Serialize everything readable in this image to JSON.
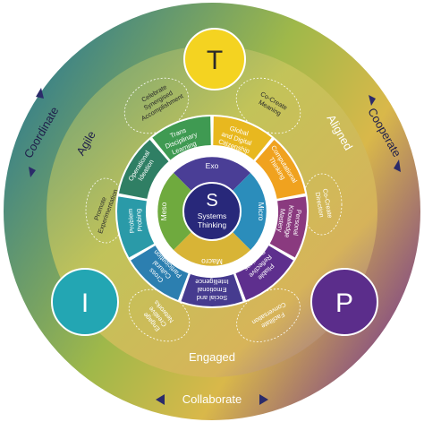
{
  "colors": {
    "yellow": "#f2c81b",
    "orange": "#f0a21f",
    "gold": "#e8b81f",
    "teal": "#2a9aa8",
    "blue_teal": "#2c7fb0",
    "indigo": "#463b8f",
    "purple": "#5e2f8e",
    "magenta": "#8a3a7f",
    "green": "#3f9a52",
    "lime": "#8fbf3a",
    "dark_green": "#2f7f64"
  },
  "outer": {
    "coordinate": "Coordinate",
    "cooperate": "Cooperate",
    "collaborate": "Collaborate"
  },
  "middle": {
    "agile": "Agile",
    "aligned": "Aligned",
    "engaged": "Engaged"
  },
  "circles": {
    "t": "T",
    "i": "I",
    "p": "P",
    "s": "S"
  },
  "core": {
    "line1": "Systems",
    "line2": "Thinking",
    "exo": "Exo",
    "micro": "Micro",
    "macro": "Macro",
    "meso": "Meso"
  },
  "petals": {
    "top_left": [
      "Celebrate",
      "Synergised",
      "Accomplishment"
    ],
    "top_right": [
      "Co-Create",
      "Meaning"
    ],
    "left": [
      "Promote",
      "Experimentation"
    ],
    "right": [
      "Co-Create",
      "Direction"
    ],
    "bottom_left": [
      "Engage",
      "Creative",
      "Networks"
    ],
    "bottom_right": [
      "Facilitate",
      "Conversation"
    ]
  },
  "ring": {
    "trans": [
      "Trans",
      "Disciplinary",
      "Learning"
    ],
    "global": [
      "Global",
      "and Digital",
      "Citizenship"
    ],
    "computational": [
      "Computational",
      "Thinking"
    ],
    "personal": [
      "Personal",
      "Knowledge",
      "Mastery"
    ],
    "pliable": [
      "Pliable",
      "Reflective",
      "Practices"
    ],
    "social": [
      "Social and",
      "Emotional",
      "Intelligence"
    ],
    "cross": [
      "Cross",
      "Cultural",
      "Participation"
    ],
    "problem": [
      "Problem",
      "Probing"
    ],
    "operational": [
      "Operational",
      "Ideation"
    ]
  }
}
